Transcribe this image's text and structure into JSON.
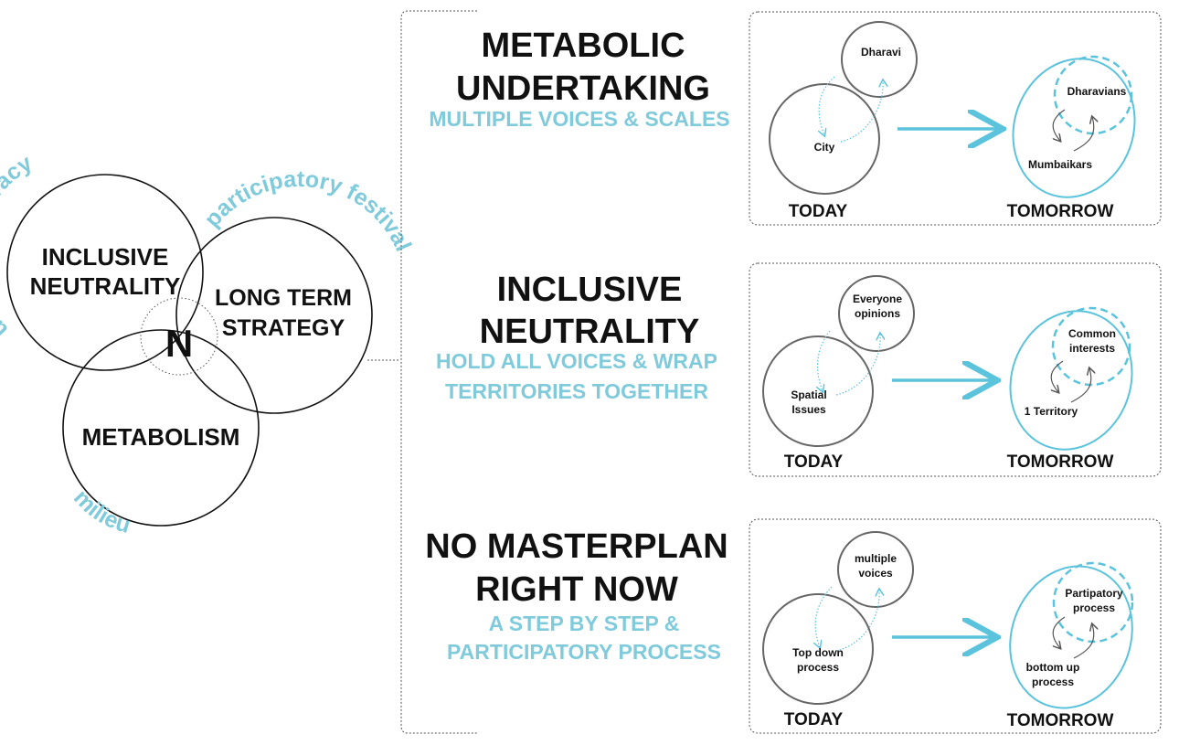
{
  "colors": {
    "accent": "#5bc3dc",
    "accent_text": "#7fcbdb",
    "ink": "#111111",
    "grey": "#666666"
  },
  "venn": {
    "circle_inclusive": "INCLUSIVE NEUTRALITY",
    "inclusive_l1": "INCLUSIVE",
    "inclusive_l2": "NEUTRALITY",
    "longterm_l1": "LONG TERM",
    "longterm_l2": "STRATEGY",
    "metabolism": "METABOLISM",
    "center": "N",
    "arc_urban": "urban democracy",
    "arc_participatory": "participatory festival",
    "arc_milieu": "milieu"
  },
  "sections": [
    {
      "title_l1": "METABOLIC",
      "title_l2": "UNDERTAKING",
      "sub_l1": "MULTIPLE VOICES & SCALES",
      "sub_l2": "",
      "today_big": "City",
      "today_small": "Dharavi",
      "tomorrow_inner": "Dharavians",
      "tomorrow_outer": "Mumbaikars",
      "today_label": "TODAY",
      "tomorrow_label": "TOMORROW"
    },
    {
      "title_l1": "INCLUSIVE",
      "title_l2": "NEUTRALITY",
      "sub_l1": "HOLD ALL VOICES & WRAP",
      "sub_l2": "TERRITORIES TOGETHER",
      "today_big_l1": "Spatial",
      "today_big_l2": "Issues",
      "today_small_l1": "Everyone",
      "today_small_l2": "opinions",
      "tomorrow_inner_l1": "Common",
      "tomorrow_inner_l2": "interests",
      "tomorrow_outer": "1 Territory",
      "today_label": "TODAY",
      "tomorrow_label": "TOMORROW"
    },
    {
      "title_l1": "NO MASTERPLAN",
      "title_l2": "RIGHT NOW",
      "sub_l1": "A STEP BY STEP &",
      "sub_l2": "PARTICIPATORY PROCESS",
      "today_big_l1": "Top down",
      "today_big_l2": "process",
      "today_small_l1": "multiple",
      "today_small_l2": "voices",
      "tomorrow_inner_l1": "Partipatory",
      "tomorrow_inner_l2": "process",
      "tomorrow_outer_l1": "bottom up",
      "tomorrow_outer_l2": "process",
      "today_label": "TODAY",
      "tomorrow_label": "TOMORROW"
    }
  ]
}
